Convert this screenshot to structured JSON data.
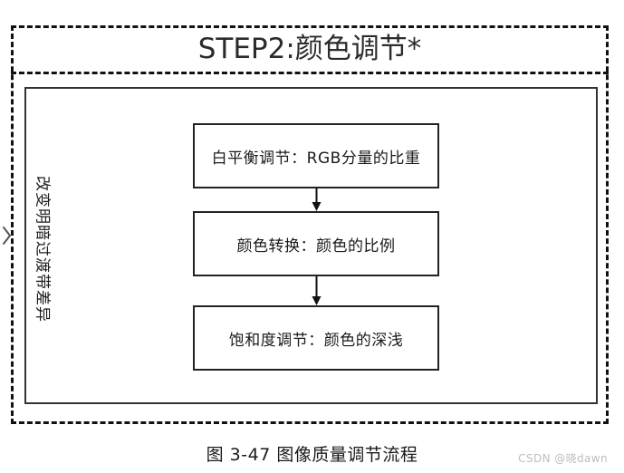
{
  "diagram": {
    "step_title": "STEP2:颜色调节*",
    "side_label": "改变明暗过渡带差异",
    "edge_marker_icon": "chevron-right-icon",
    "edge_marker_glyph": "〉",
    "nodes": [
      {
        "id": "node-white-balance",
        "label": "白平衡调节：RGB分量的比重"
      },
      {
        "id": "node-color-conversion",
        "label": "颜色转换：颜色的比例"
      },
      {
        "id": "node-saturation",
        "label": "饱和度调节：颜色的深浅"
      }
    ],
    "connectors": [
      {
        "id": "connector-1",
        "from": "node-white-balance",
        "to": "node-color-conversion",
        "icon": "arrow-down-icon"
      },
      {
        "id": "connector-2",
        "from": "node-color-conversion",
        "to": "node-saturation",
        "icon": "arrow-down-icon"
      }
    ],
    "colors": {
      "outline": "#111111",
      "box_border": "#222222",
      "panel_border": "#333333",
      "text": "#1a1a1a",
      "background": "#ffffff",
      "watermark": "#bdbdbd"
    }
  },
  "caption": "图  3-47 图像质量调节流程",
  "watermark": "CSDN @晓dawn"
}
